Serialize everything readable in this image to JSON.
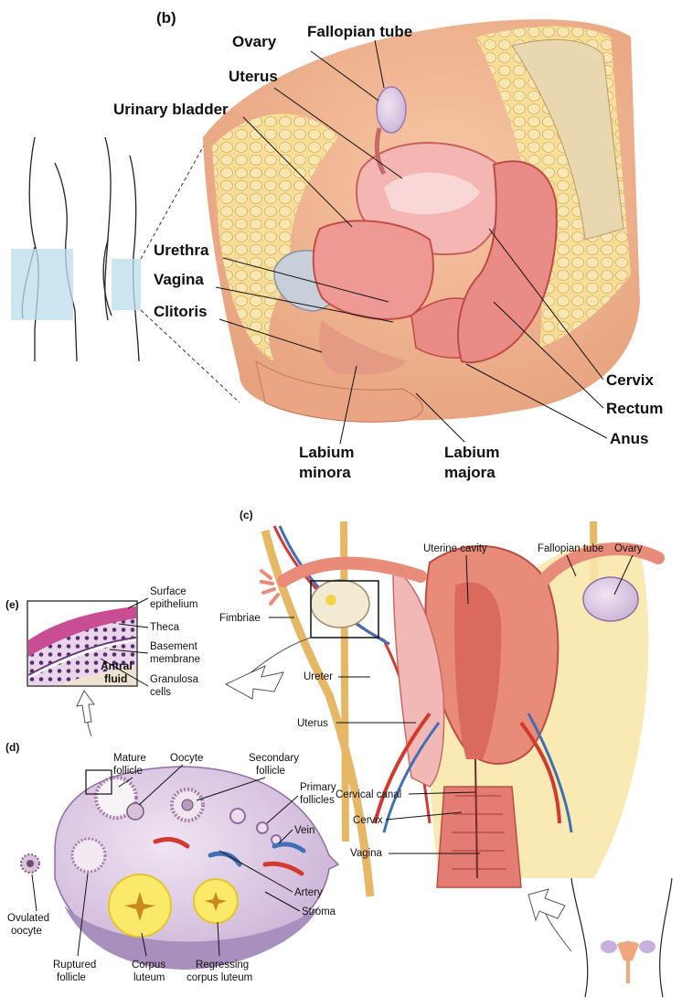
{
  "panels": {
    "b": {
      "tag": "(b)",
      "labels": {
        "ovary": "Ovary",
        "fallopian_tube": "Fallopian tube",
        "uterus": "Uterus",
        "urinary_bladder": "Urinary bladder",
        "urethra": "Urethra",
        "vagina": "Vagina",
        "clitoris": "Clitoris",
        "cervix": "Cervix",
        "rectum": "Rectum",
        "anus": "Anus",
        "labium_minora_1": "Labium",
        "labium_minora_2": "minora",
        "labium_majora_1": "Labium",
        "labium_majora_2": "majora"
      }
    },
    "c": {
      "tag": "(c)",
      "labels": {
        "uterine_cavity": "Uterine cavity",
        "fallopian_tube": "Fallopian tube",
        "ovary": "Ovary",
        "fimbriae": "Fimbriae",
        "ureter": "Ureter",
        "uterus": "Uterus",
        "cervical_canal": "Cervical canal",
        "cervix": "Cervix",
        "vagina": "Vagina"
      }
    },
    "d": {
      "tag": "(d)",
      "labels": {
        "mature_follicle_1": "Mature",
        "mature_follicle_2": "follicle",
        "oocyte": "Oocyte",
        "secondary_follicle_1": "Secondary",
        "secondary_follicle_2": "follicle",
        "primary_follicles_1": "Primary",
        "primary_follicles_2": "follicles",
        "vein": "Vein",
        "artery": "Artery",
        "stroma": "Stroma",
        "ovulated_oocyte_1": "Ovulated",
        "ovulated_oocyte_2": "oocyte",
        "ruptured_follicle_1": "Ruptured",
        "ruptured_follicle_2": "follicle",
        "corpus_luteum_1": "Corpus",
        "corpus_luteum_2": "luteum",
        "regressing_1": "Regressing",
        "regressing_2": "corpus luteum"
      }
    },
    "e": {
      "tag": "(e)",
      "labels": {
        "surface_epithelium_1": "Surface",
        "surface_epithelium_2": "epithelium",
        "theca": "Theca",
        "basement_membrane_1": "Basement",
        "basement_membrane_2": "membrane",
        "granulosa_cells_1": "Granulosa",
        "granulosa_cells_2": "cells",
        "antral_fluid_1": "Antral",
        "antral_fluid_2": "fluid"
      }
    }
  },
  "colors": {
    "skin": "#f2b58f",
    "muscle": "#e3857a",
    "fat": "#f6dc8a",
    "vein": "#3f6fb5",
    "artery": "#d23a30",
    "ovary": "#d9c7e3",
    "luteum": "#f5e04a",
    "highlight": "#b9dcec"
  }
}
